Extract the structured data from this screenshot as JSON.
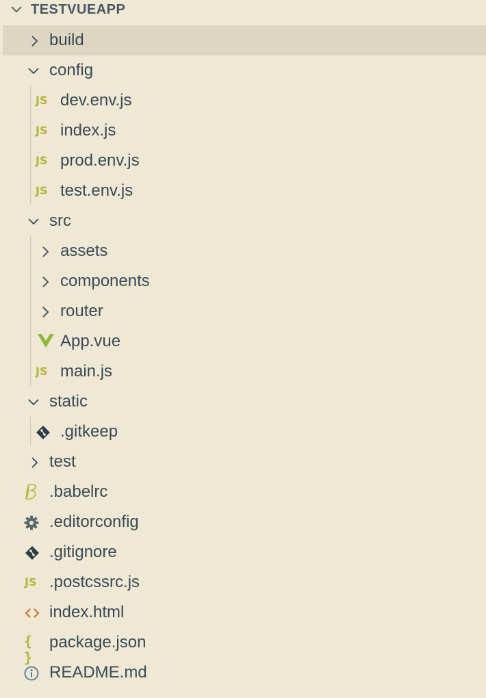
{
  "explorer": {
    "title": "TESTVUEAPP",
    "items": [
      {
        "name": "build",
        "kind": "folder",
        "expanded": false,
        "selected": true
      },
      {
        "name": "config",
        "kind": "folder",
        "expanded": true
      },
      {
        "name": "dev.env.js",
        "kind": "file",
        "icon": "js-icon"
      },
      {
        "name": "index.js",
        "kind": "file",
        "icon": "js-icon"
      },
      {
        "name": "prod.env.js",
        "kind": "file",
        "icon": "js-icon"
      },
      {
        "name": "test.env.js",
        "kind": "file",
        "icon": "js-icon"
      },
      {
        "name": "src",
        "kind": "folder",
        "expanded": true
      },
      {
        "name": "assets",
        "kind": "folder",
        "expanded": false
      },
      {
        "name": "components",
        "kind": "folder",
        "expanded": false
      },
      {
        "name": "router",
        "kind": "folder",
        "expanded": false
      },
      {
        "name": "App.vue",
        "kind": "file",
        "icon": "vue-icon"
      },
      {
        "name": "main.js",
        "kind": "file",
        "icon": "js-icon"
      },
      {
        "name": "static",
        "kind": "folder",
        "expanded": true
      },
      {
        "name": ".gitkeep",
        "kind": "file",
        "icon": "git-icon"
      },
      {
        "name": "test",
        "kind": "folder",
        "expanded": false
      },
      {
        "name": ".babelrc",
        "kind": "file",
        "icon": "babel-icon"
      },
      {
        "name": ".editorconfig",
        "kind": "file",
        "icon": "gear-icon"
      },
      {
        "name": ".gitignore",
        "kind": "file",
        "icon": "git-icon"
      },
      {
        "name": ".postcssrc.js",
        "kind": "file",
        "icon": "js-icon"
      },
      {
        "name": "index.html",
        "kind": "file",
        "icon": "html-icon"
      },
      {
        "name": "package.json",
        "kind": "file",
        "icon": "json-icon"
      },
      {
        "name": "README.md",
        "kind": "file",
        "icon": "info-icon"
      }
    ],
    "js_glyph": "JS",
    "json_glyph": "{ }",
    "colors": {
      "background": "#eee8d5",
      "selection": "#ddd6c1",
      "text": "#3a4a55",
      "js": "#b5b43b",
      "vue": "#8cb83c",
      "html": "#d2691e",
      "git": "#2e3e48",
      "info": "#4a7a9a"
    }
  }
}
